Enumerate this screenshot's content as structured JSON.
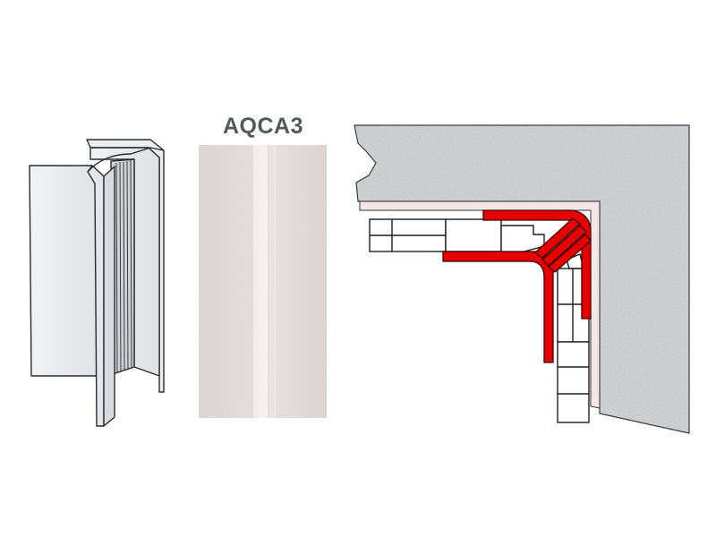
{
  "product": {
    "code": "AQCA3"
  },
  "colors": {
    "code_text": "#55585b",
    "profile_outline": "#2b2b2b",
    "profile_fill": "#e9eaec",
    "swatch_base": "#e0d9d7",
    "concrete": "#cfd1d3",
    "seal_profile": "#e60000",
    "tile": "#ffffff",
    "adhesive": "#f3e6e6"
  },
  "icons": {
    "profile_3d": "corner-profile-illustration",
    "swatch": "finish-swatch",
    "section": "corner-section-diagram"
  }
}
